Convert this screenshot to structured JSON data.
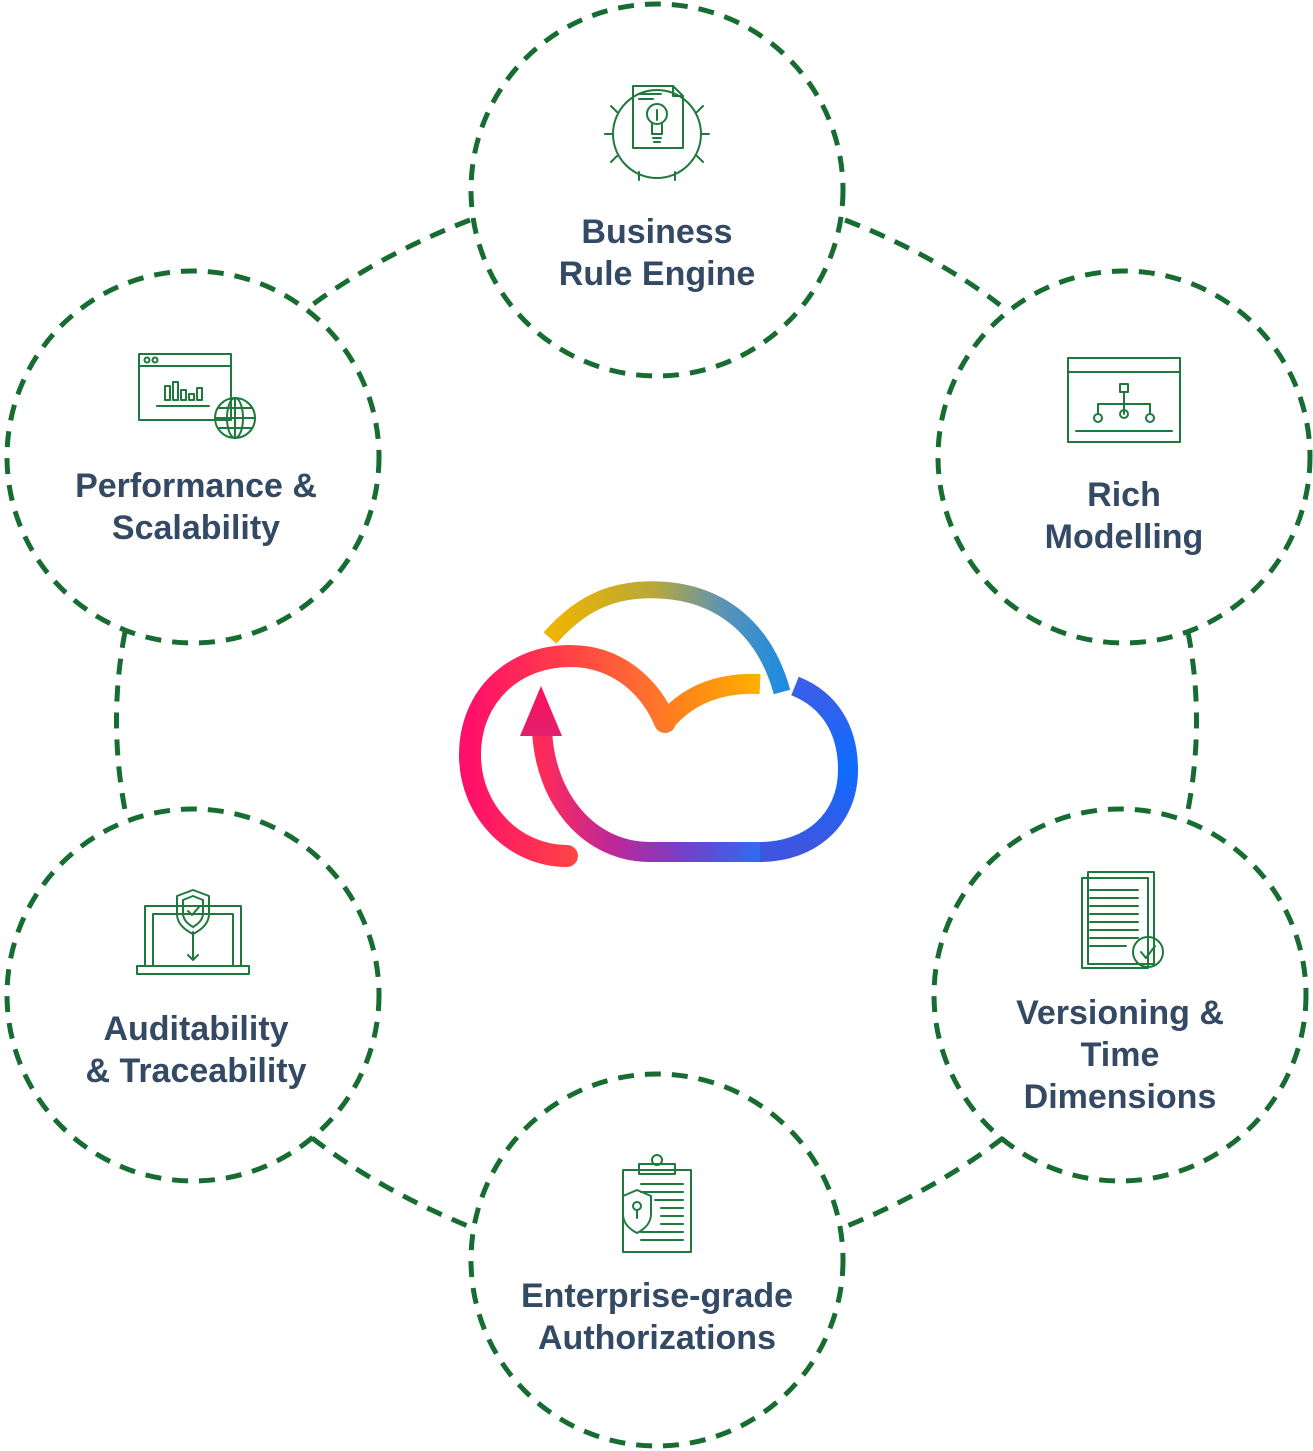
{
  "center_logo": {
    "icon": "cloud-refresh-icon"
  },
  "features": [
    {
      "id": "business-rule-engine",
      "lines": [
        "Business",
        "Rule Engine"
      ],
      "icon": "gear-document-lightbulb-icon"
    },
    {
      "id": "rich-modelling",
      "lines": [
        "Rich",
        "Modelling"
      ],
      "icon": "hierarchy-diagram-icon"
    },
    {
      "id": "versioning-time-dimensions",
      "lines": [
        "Versioning &",
        "Time",
        "Dimensions"
      ],
      "icon": "document-checkmark-icon"
    },
    {
      "id": "enterprise-grade-authorizations",
      "lines": [
        "Enterprise-grade",
        "Authorizations"
      ],
      "icon": "clipboard-shield-icon"
    },
    {
      "id": "auditability-traceability",
      "lines": [
        "Auditability",
        "& Traceability"
      ],
      "icon": "laptop-shield-icon"
    },
    {
      "id": "performance-scalability",
      "lines": [
        "Performance &",
        "Scalability"
      ],
      "icon": "browser-chart-globe-icon"
    }
  ],
  "colors": {
    "ring_stroke": "#176c31",
    "icon_stroke": "#1e7a3c",
    "label_text": "#344a64",
    "logo_gradient": [
      "#ff1a5e",
      "#ff8a1a",
      "#f5b800",
      "#c0b020",
      "#3d8fd0",
      "#1f6bff",
      "#6a4fd8",
      "#a12fb0",
      "#e81f6e"
    ]
  }
}
